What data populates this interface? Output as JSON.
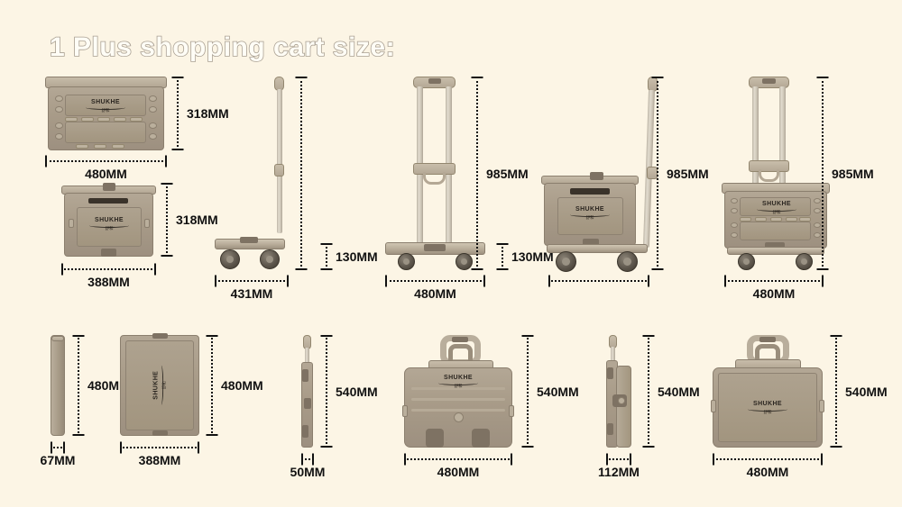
{
  "page": {
    "title": "1 Plus shopping cart size:",
    "background_color": "#FCF5E5",
    "product_color": "#A89B88",
    "dimension_color": "#111111",
    "title_fill": "#FFFDF6",
    "title_stroke": "#A9A093",
    "brand": "SHUKHE",
    "brand_cn": "舒和"
  },
  "figures": [
    {
      "id": "folded-cart-top-front",
      "view": "front view of folded cart body",
      "width_label": "480MM",
      "height_label": "318MM"
    },
    {
      "id": "folded-cart-side",
      "view": "side view of folded cart body",
      "width_label": "388MM",
      "height_label": "318MM"
    },
    {
      "id": "base-platform-side-handle",
      "view": "side view of base platform with extended handle",
      "width_label": "431MM",
      "height_label_top": "985MM",
      "height_label_bottom": "130MM"
    },
    {
      "id": "base-platform-front-handle",
      "view": "front view of base platform with extended handle",
      "width_label": "480MM",
      "height_label_top": "985MM",
      "height_label_bottom": "130MM"
    },
    {
      "id": "cart-assembled-side",
      "view": "side view of assembled cart with extended handle",
      "height_label": "985MM"
    },
    {
      "id": "cart-assembled-front",
      "view": "front view of assembled cart with extended handle",
      "width_label": "480MM",
      "height_label": "985MM"
    },
    {
      "id": "flat-panel-edge",
      "view": "edge view of collapsed flat panel",
      "width_label": "67MM",
      "height_label": "480MM"
    },
    {
      "id": "flat-panel-face",
      "view": "face view of collapsed flat panel",
      "width_label": "388MM",
      "height_label": "480MM"
    },
    {
      "id": "handle-assembly-edge",
      "view": "edge view of collapsed handle assembly",
      "width_label": "50MM",
      "height_label": "540MM"
    },
    {
      "id": "case-with-handle-front",
      "view": "front view of case with carry handle",
      "width_label": "480MM",
      "height_label": "540MM"
    },
    {
      "id": "case-side-slim",
      "view": "side view of case with handle",
      "width_label": "112MM",
      "height_label": "540MM"
    },
    {
      "id": "case-back-front",
      "view": "front view of case back panel with handle",
      "width_label": "480MM",
      "height_label": "540MM"
    }
  ]
}
